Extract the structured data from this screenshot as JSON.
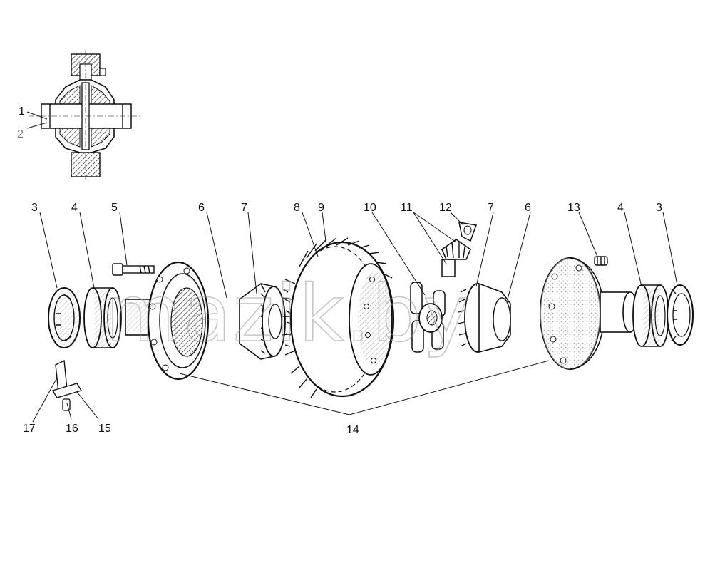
{
  "watermark": "mazik.by",
  "inset_labels": [
    {
      "text": "1",
      "grey": false
    },
    {
      "text": "2",
      "grey": true
    }
  ],
  "callouts": [
    {
      "text": "3"
    },
    {
      "text": "4"
    },
    {
      "text": "5"
    },
    {
      "text": "6"
    },
    {
      "text": "7"
    },
    {
      "text": "8"
    },
    {
      "text": "9"
    },
    {
      "text": "10"
    },
    {
      "text": "11"
    },
    {
      "text": "12"
    },
    {
      "text": "7"
    },
    {
      "text": "6"
    },
    {
      "text": "13"
    },
    {
      "text": "4"
    },
    {
      "text": "3"
    },
    {
      "text": "17"
    },
    {
      "text": "16"
    },
    {
      "text": "15"
    },
    {
      "text": "14"
    }
  ],
  "colors": {
    "ink": "#111111",
    "paper": "#ffffff",
    "shade": "#555555",
    "watermark": "#9a9a9a"
  }
}
